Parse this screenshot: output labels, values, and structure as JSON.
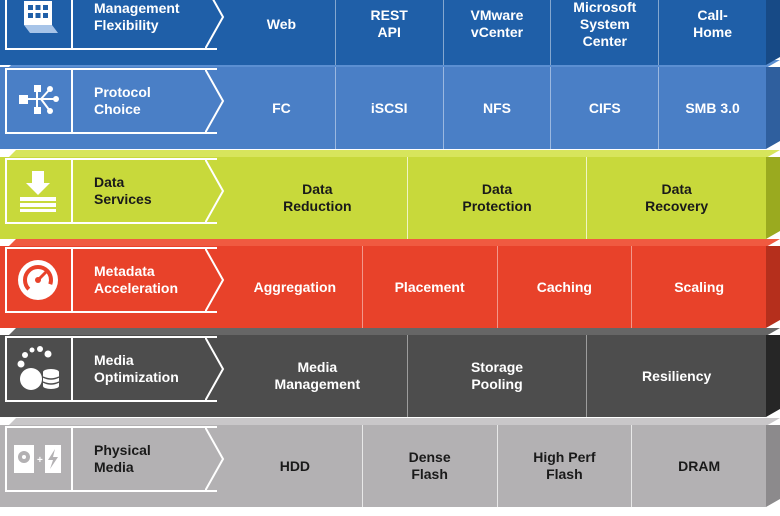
{
  "layers": [
    {
      "label": "Management\nFlexibility",
      "icon": "grid-icon",
      "colors": {
        "band": "#1f5fa8",
        "top": "#2f70b8",
        "right": "#174a86",
        "text": "#ffffff"
      },
      "cells": [
        "Web",
        "REST\nAPI",
        "VMware\nvCenter",
        "Microsoft\nSystem\nCenter",
        "Call-\nHome"
      ]
    },
    {
      "label": "Protocol\nChoice",
      "icon": "network-icon",
      "colors": {
        "band": "#4a7fc6",
        "top": "#5b8fd2",
        "right": "#2f5f9e",
        "text": "#ffffff"
      },
      "cells": [
        "FC",
        "iSCSI",
        "NFS",
        "CIFS",
        "SMB 3.0"
      ]
    },
    {
      "label": "Data\nServices",
      "icon": "download-stack-icon",
      "colors": {
        "band": "#c8d93b",
        "top": "#d7e55c",
        "right": "#9aaa1f",
        "text": "#1a1a1a"
      },
      "cells": [
        "Data\nReduction",
        "Data\nProtection",
        "Data\nRecovery"
      ]
    },
    {
      "label": "Metadata\nAcceleration",
      "icon": "gauge-icon",
      "colors": {
        "band": "#e8422a",
        "top": "#f05a40",
        "right": "#b52f1c",
        "text": "#ffffff"
      },
      "cells": [
        "Aggregation",
        "Placement",
        "Caching",
        "Scaling"
      ]
    },
    {
      "label": "Media\nOptimization",
      "icon": "media-database-icon",
      "colors": {
        "band": "#4d4d4d",
        "top": "#666666",
        "right": "#262626",
        "text": "#ffffff"
      },
      "cells": [
        "Media\nManagement",
        "Storage\nPooling",
        "Resiliency"
      ]
    },
    {
      "label": "Physical\nMedia",
      "icon": "disk-flash-icon",
      "colors": {
        "band": "#b3b1b3",
        "top": "#c9c7c9",
        "right": "#8c8a8c",
        "text": "#1a1a1a"
      },
      "cells": [
        "HDD",
        "Dense\nFlash",
        "High Perf\nFlash",
        "DRAM"
      ]
    }
  ]
}
